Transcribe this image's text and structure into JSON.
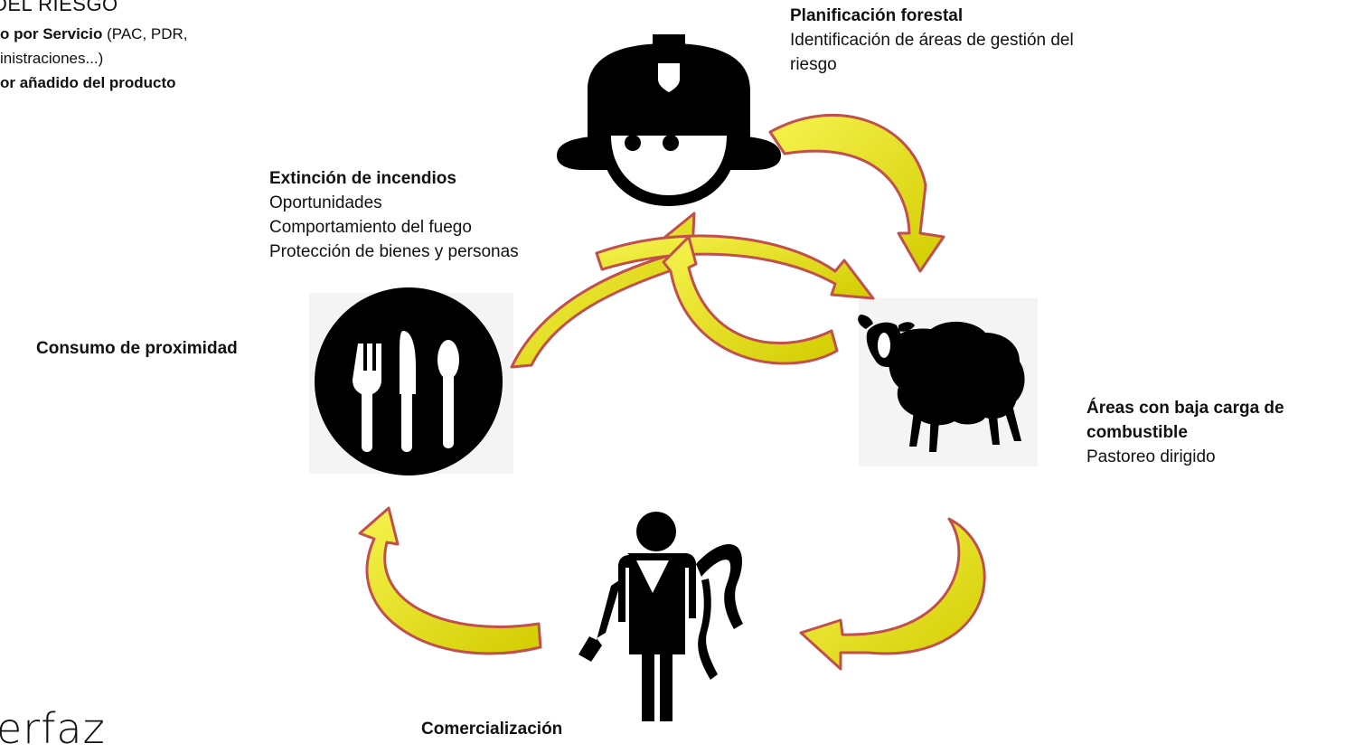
{
  "header_fragment": {
    "title": "DEL RIESGO",
    "line1_bold": "o por Servicio",
    "line1_rest": " (PAC, PDR,",
    "line2": "inistraciones...)",
    "line3_bold": "or añadido del producto"
  },
  "footer_fragment": "erfaz",
  "nodes": {
    "planning": {
      "title": "Planificación forestal",
      "lines": [
        "Identificación de áreas de gestión del",
        "riesgo"
      ],
      "icon": "firefighter-icon"
    },
    "extinction": {
      "title": "Extinción de incendios",
      "lines": [
        "Oportunidades",
        "Comportamiento del fuego",
        "Protección de bienes y personas"
      ]
    },
    "grazing": {
      "title_lines": [
        "Áreas con baja carga de",
        "combustible"
      ],
      "lines": [
        "Pastoreo dirigido"
      ],
      "icon": "sheep-icon"
    },
    "marketing": {
      "title": "Comercialización",
      "icon": "butcher-icon"
    },
    "consumption": {
      "title": "Consumo de proximidad",
      "icon": "cutlery-icon"
    }
  },
  "colors": {
    "arrow_fill": "#d7d200",
    "arrow_fill_light": "#f4f04a",
    "arrow_stroke": "#c0504d",
    "icon": "#000000"
  }
}
